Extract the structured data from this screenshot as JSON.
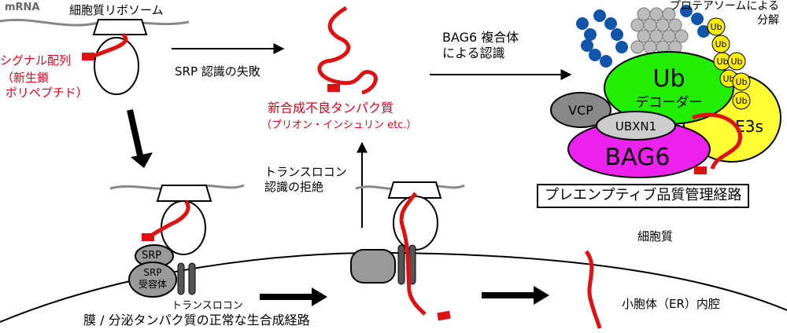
{
  "labels": {
    "mrna": "mRNA",
    "cytoplasmic_ribosome": "細胞質リボソーム",
    "signal_sequence": "シグナル配列",
    "nascent_chain": "（新生鎖\n ポリペプチド）",
    "srp_failure": "SRP 認識の失敗",
    "defective_protein": "新合成不良タンパク質",
    "defective_examples": "（プリオン・インシュリン etc.）",
    "translocon_rejection": "トランスロコン\n認識の拒絶",
    "bag6_recognition": "BAG6 複合体\nによる認識",
    "proteasome_degradation": "プロテアソームによる\n分解",
    "srp": "SRP",
    "srp_receptor": "SRP\n受容体",
    "translocon": "トランスロコン",
    "normal_pathway": "膜 / 分泌タンパク質の正常な生合成経路",
    "cytoplasm": "細胞質",
    "er_lumen": "小胞体（ER）内腔",
    "preemptive_pathway": "プレエンプティブ品質管理経路"
  },
  "complex": {
    "ub_decoder_title": "Ub",
    "ub_decoder_sub": "デコーダー",
    "vcp": "VCP",
    "ubxn1": "UBXN1",
    "e3s": "E3s",
    "bag6": "BAG6",
    "ub_tag": "Ub"
  },
  "colors": {
    "nascent_chain": "#dd1111",
    "ub_decoder": "#22ee00",
    "bag6": "#ee22ee",
    "e3s": "#ffff33",
    "ubiquitin": "#ffee00",
    "vcp": "#888888",
    "ubxn1": "#cccccc",
    "proteasome": "#bbbbbb",
    "ubiquitin_chain": "#1155aa",
    "membrane": "#888888",
    "text_red": "#e0001a"
  }
}
